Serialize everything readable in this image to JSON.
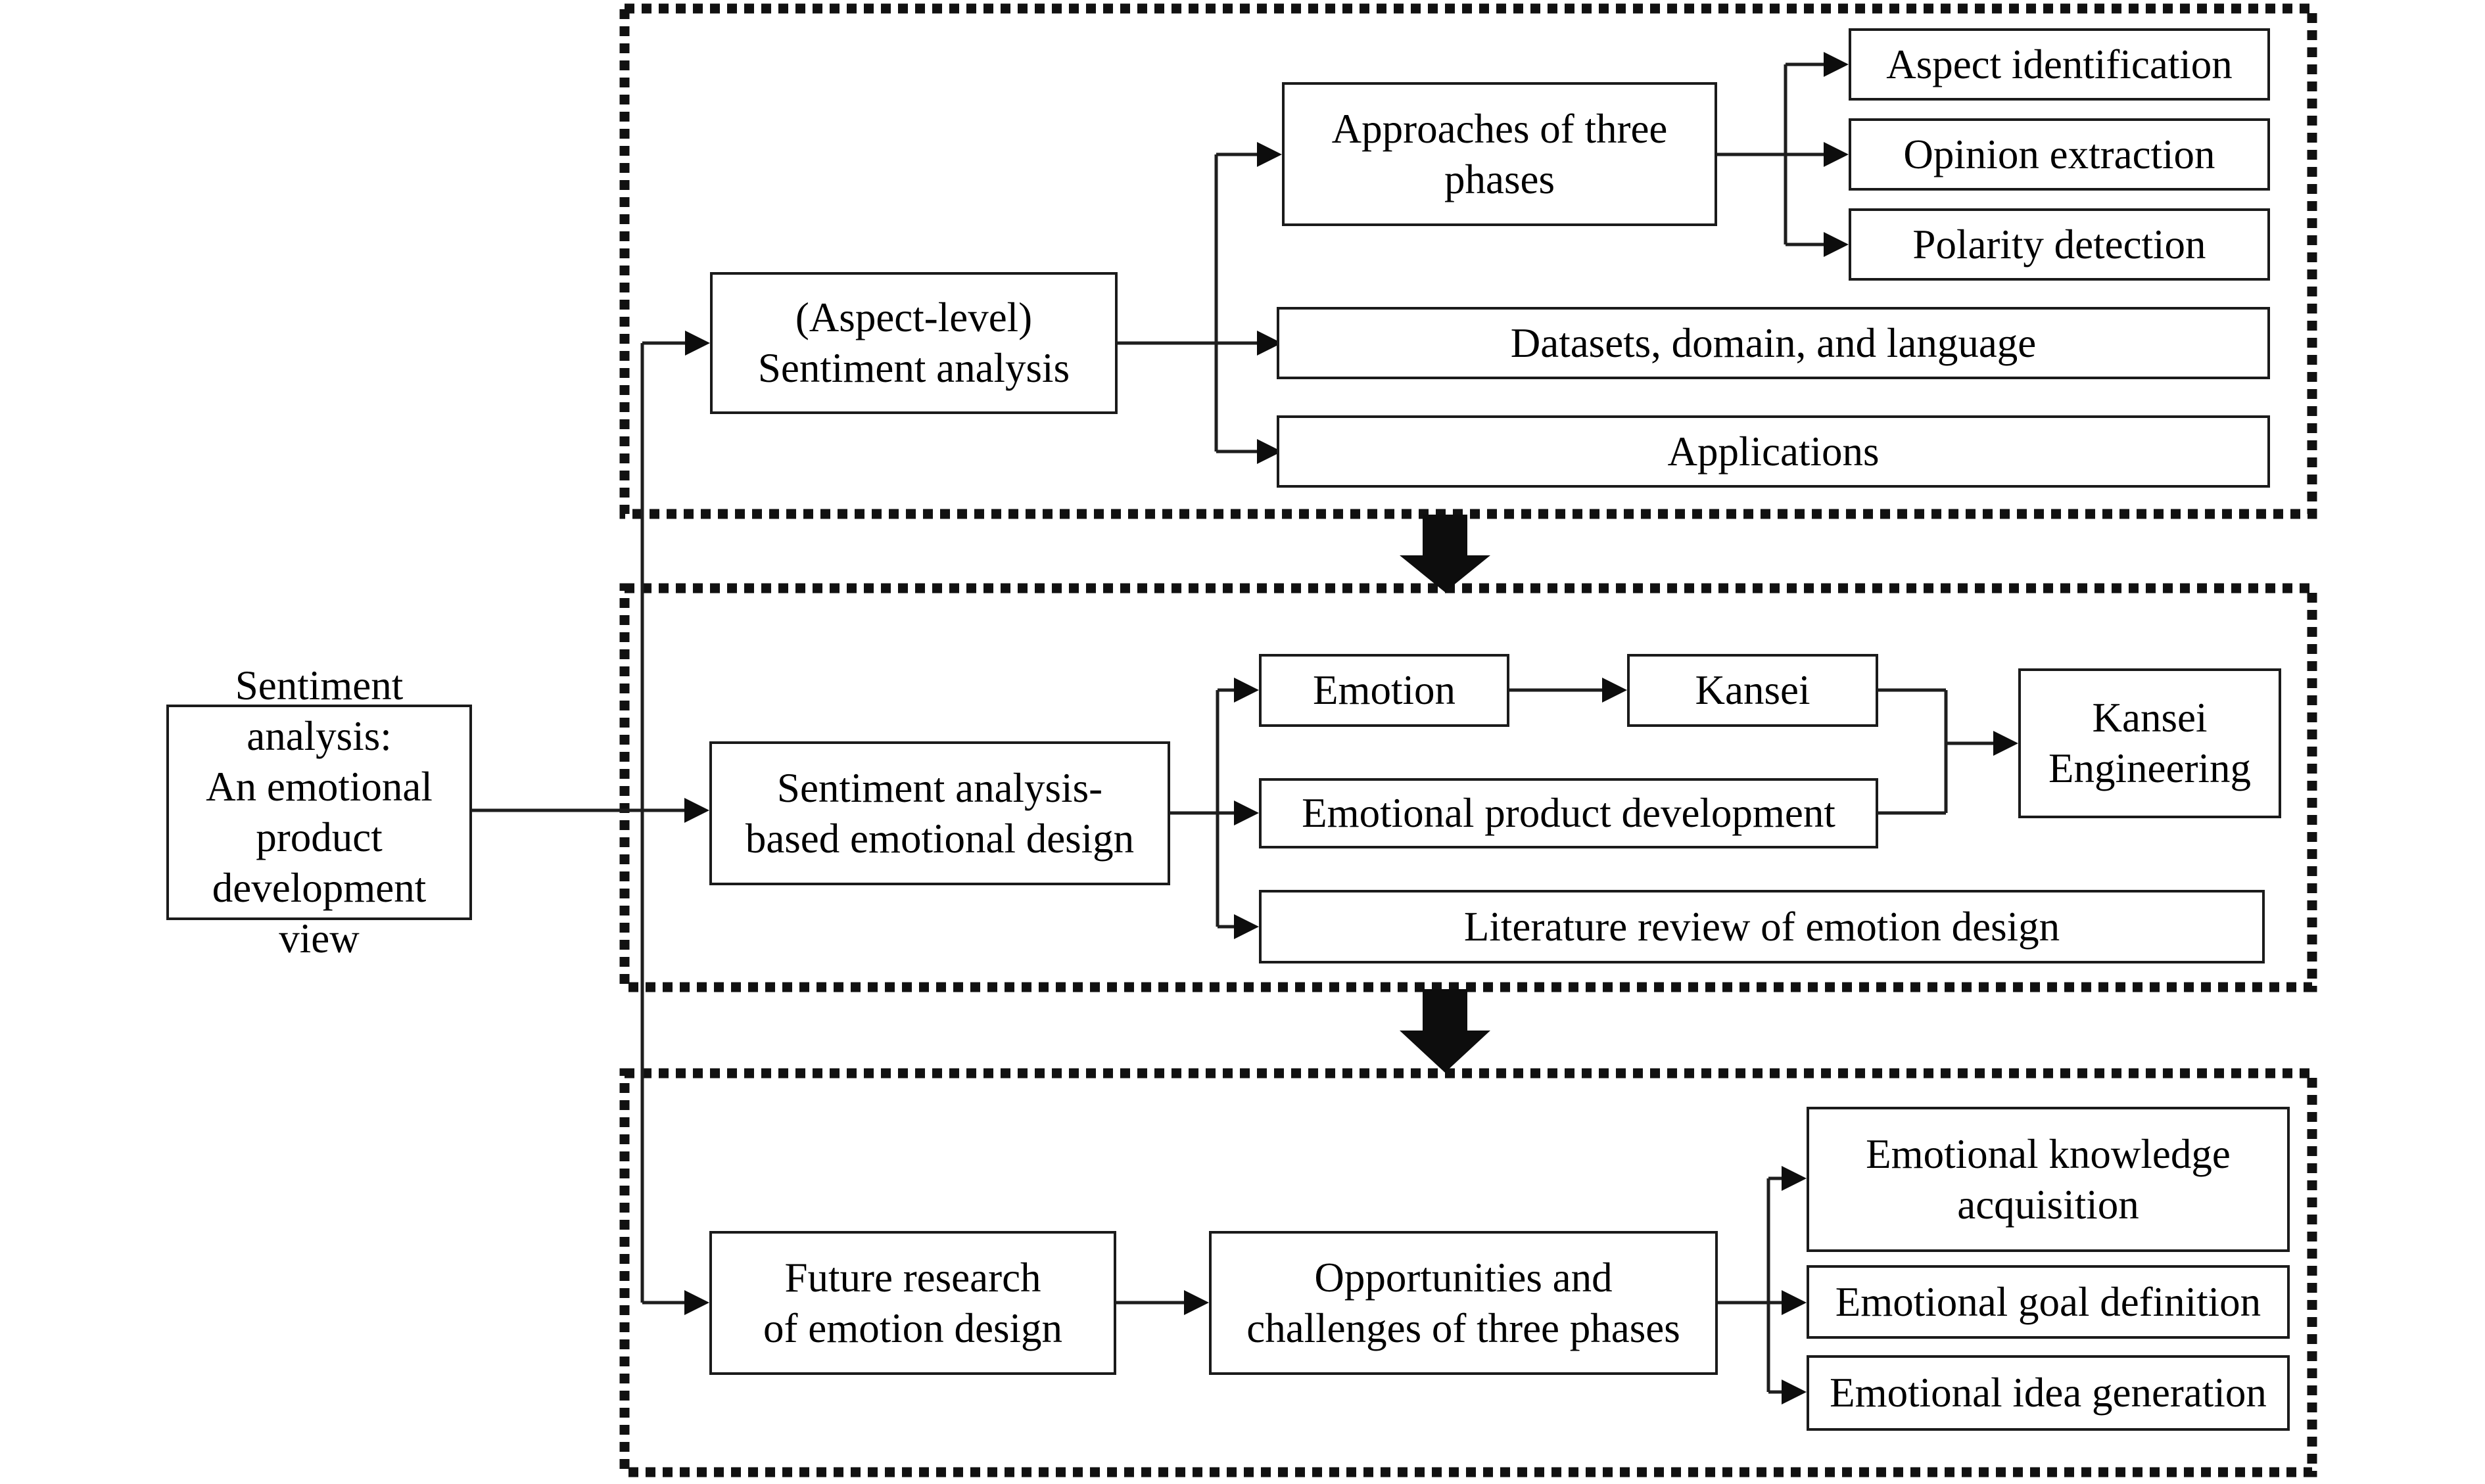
{
  "title": "Sentiment analysis emotional product development flow diagram",
  "colors": {
    "ink": "#1b1b1b",
    "arrow_fill": "#0d0d0d",
    "background": "#ffffff",
    "text": "#000000"
  },
  "root": {
    "label": "Sentiment analysis:\nAn emotional product\ndevelopment view"
  },
  "section1": {
    "name": "aspect-level-sentiment-analysis",
    "main": "(Aspect-level)\nSentiment analysis",
    "approaches": "Approaches of three\nphases",
    "aspect_identification": "Aspect identification",
    "opinion_extraction": "Opinion extraction",
    "polarity_detection": "Polarity detection",
    "datasets": "Datasets, domain, and language",
    "applications": "Applications"
  },
  "section2": {
    "name": "sentiment-analysis-based-emotional-design",
    "main": "Sentiment analysis-\nbased emotional design",
    "emotion": "Emotion",
    "kansei": "Kansei",
    "kansei_engineering": "Kansei\nEngineering",
    "emotional_product_development": "Emotional product development",
    "literature_review": "Literature review of emotion design"
  },
  "section3": {
    "name": "future-research-of-emotion-design",
    "main": "Future research\nof emotion design",
    "opportunities": "Opportunities and\nchallenges of three phases",
    "emotional_knowledge_acquisition": "Emotional knowledge\nacquisition",
    "emotional_goal_definition": "Emotional goal definition",
    "emotional_idea_generation": "Emotional idea generation"
  },
  "icons": {
    "flow_arrow_1": "block-down-arrow",
    "flow_arrow_2": "block-down-arrow"
  }
}
